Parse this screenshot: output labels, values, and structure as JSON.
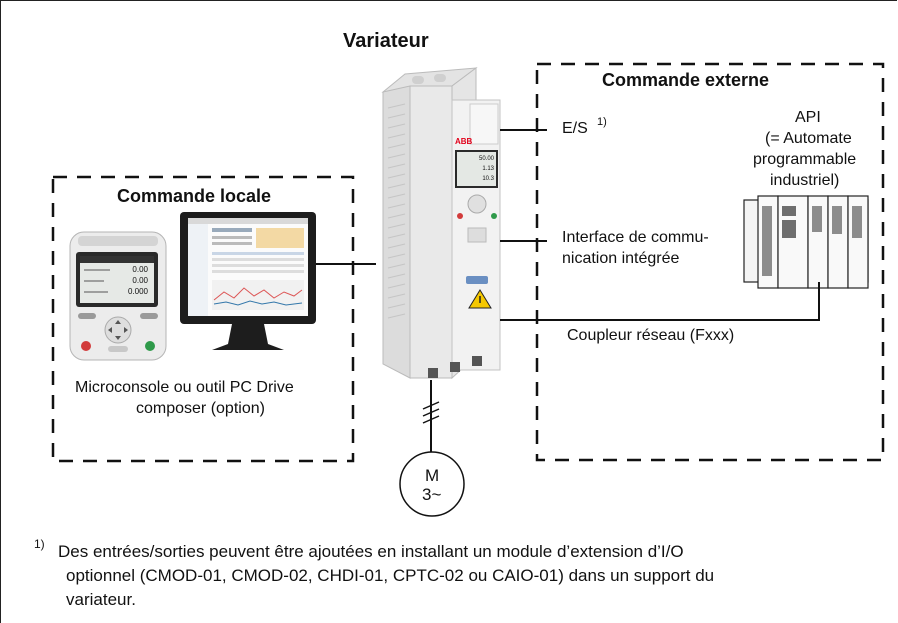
{
  "title": "Variateur",
  "local_box": {
    "title": "Commande locale",
    "caption_line1": "Microconsole ou outil PC Drive",
    "caption_line2": "composer (option)"
  },
  "external_box": {
    "title": "Commande externe",
    "plc_line1": "API",
    "plc_line2": "(= Automate",
    "plc_line3": "programmable",
    "plc_line4": "industriel)"
  },
  "connections": {
    "io_label": "E/S",
    "io_sup": "1)",
    "fieldbus_line1": "Interface de commu-",
    "fieldbus_line2": "nication intégrée",
    "adapter_label": "Coupleur réseau (Fxxx)"
  },
  "motor": {
    "line1": "M",
    "line2": "3~"
  },
  "panel_display": {
    "row1": "0.00",
    "row2": "0.00",
    "row3": "0.000"
  },
  "drive_display": {
    "row1": "50.00",
    "row2": "1.13",
    "row3": "10.3"
  },
  "drive_logo": "ABB",
  "footnote": {
    "marker": "1)",
    "line1": "Des entrées/sorties peuvent être ajoutées en installant un module d’extension d’I/O",
    "line2": "optionnel (CMOD-01, CMOD-02, CHDI-01, CPTC-02 ou CAIO-01) dans un support du",
    "line3": "variateur."
  },
  "colors": {
    "line": "#111111",
    "drive_body": "#f2f2f2",
    "panel_body": "#ececec",
    "monitor_body": "#1d1d1d",
    "plc_body": "#f4f4f4",
    "plc_module": "#8c8c8c",
    "warning": "#f5c800"
  }
}
